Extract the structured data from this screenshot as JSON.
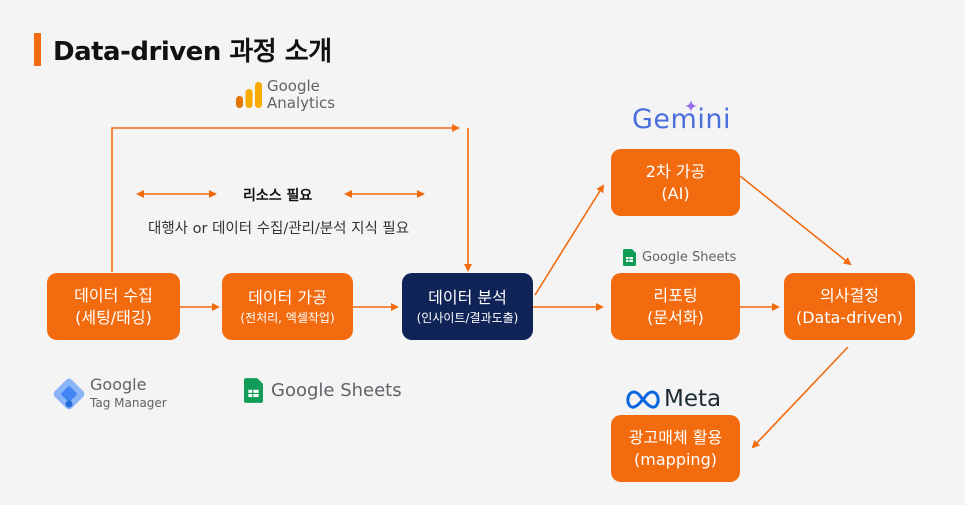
{
  "title": "Data-driven 과정 소개",
  "nodes": {
    "collect": {
      "line1": "데이터 수집",
      "line2": "(세팅/태깅)"
    },
    "process": {
      "line1": "데이터 가공",
      "line2": "(전처리, 엑셀작업)"
    },
    "analyze": {
      "line1": "데이터 분석",
      "line2": "(인사이트/결과도출)"
    },
    "ai": {
      "line1": "2차 가공",
      "line2": "(AI)"
    },
    "report": {
      "line1": "리포팅",
      "line2": "(문서화)"
    },
    "decision": {
      "line1": "의사결정",
      "line2": "(Data-driven)"
    },
    "ads": {
      "line1": "광고매체 활용",
      "line2": "(mapping)"
    }
  },
  "resource_label": "리소스 필요",
  "resource_sub": "대행사 or 데이터 수집/관리/분석 지식 필요",
  "logos": {
    "google_analytics": {
      "line1": "Google",
      "line2": "Analytics"
    },
    "gemini": "Gemini",
    "sheets_small": "Google Sheets",
    "sheets_large": "Google Sheets",
    "tag_manager": {
      "line1": "Google",
      "line2": "Tag Manager"
    },
    "meta": "Meta"
  },
  "colors": {
    "accent": "#f26b0f",
    "navy": "#0f2356",
    "background": "#f4f4f4"
  }
}
